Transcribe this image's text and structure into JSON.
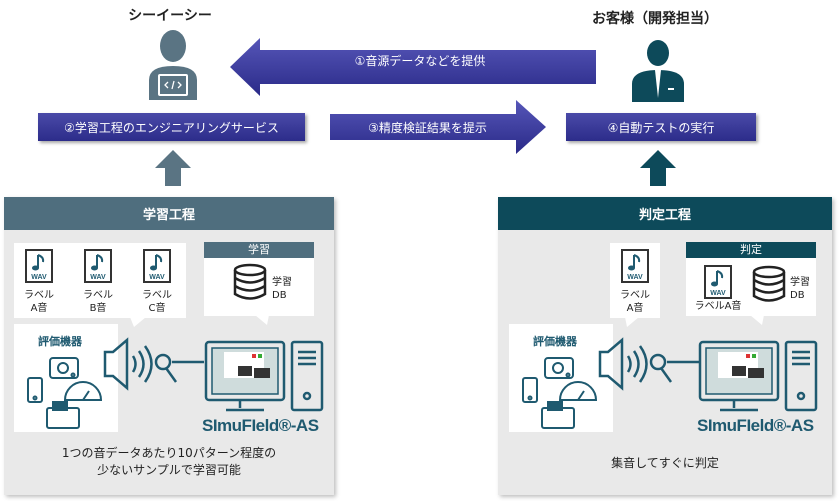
{
  "actors": {
    "left": "シーイーシー",
    "right": "お客様（開発担当）"
  },
  "steps": {
    "s1": "①音源データなどを提供",
    "s2": "②学習工程のエンジニアリングサービス",
    "s3": "③精度検証結果を提示",
    "s4": "④自動テストの実行"
  },
  "learning": {
    "header": "学習工程",
    "files": [
      {
        "line1": "ラベル",
        "line2": "A音"
      },
      {
        "line1": "ラベル",
        "line2": "B音"
      },
      {
        "line1": "ラベル",
        "line2": "C音"
      }
    ],
    "wav": "WAV",
    "db_box_header": "学習",
    "db_label1": "学習",
    "db_label2": "DB",
    "device_label": "評価機器",
    "logo": "SImuFIeld®-AS",
    "caption1": "1つの音データあたり10パターン程度の",
    "caption2": "少ないサンプルで学習可能"
  },
  "judge": {
    "header": "判定工程",
    "file": {
      "line1": "ラベル",
      "line2": "A音"
    },
    "wav": "WAV",
    "box_header": "判定",
    "box_file": "ラベルA音",
    "db_label1": "学習",
    "db_label2": "DB",
    "device_label": "評価機器",
    "logo": "SImuFIeld®-AS",
    "caption": "集音してすぐに判定"
  },
  "colors": {
    "learning": "#4f6e7e",
    "judge": "#0d4a5a",
    "arrow": "#3a3a9e",
    "icon": "#1f5a70"
  }
}
